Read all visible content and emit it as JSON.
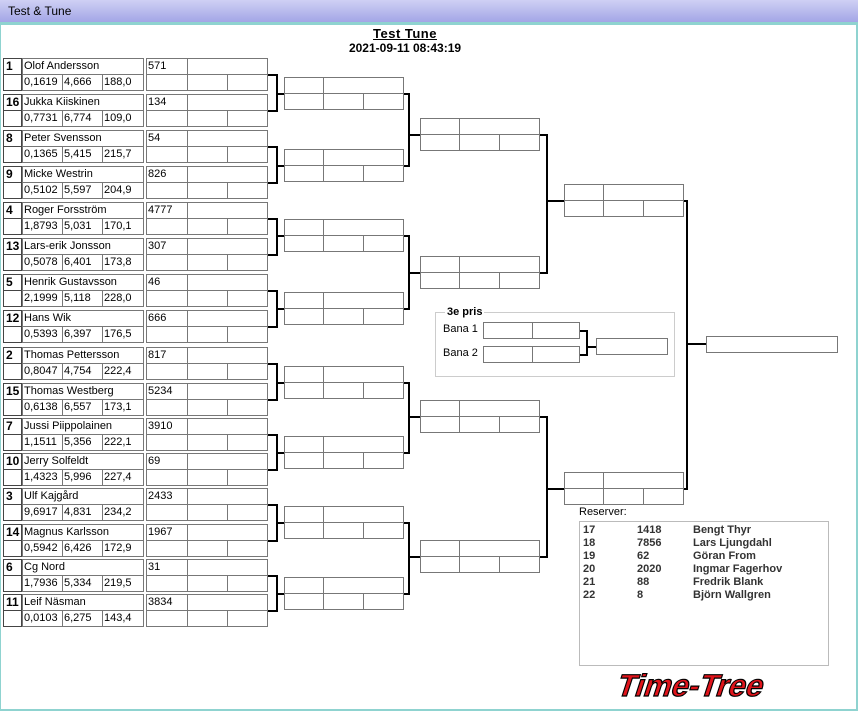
{
  "window": {
    "title": "Test & Tune"
  },
  "tournament": {
    "title": "Test  Tune",
    "datetime": "2021-09-11 08:43:19"
  },
  "competitors": [
    {
      "seed": "1",
      "name": "Olof Andersson",
      "rt": "0,1619",
      "et": "4,666",
      "speed": "188,0",
      "id": "571"
    },
    {
      "seed": "16",
      "name": "Jukka Kiiskinen",
      "rt": "0,7731",
      "et": "6,774",
      "speed": "109,0",
      "id": "134"
    },
    {
      "seed": "8",
      "name": "Peter Svensson",
      "rt": "0,1365",
      "et": "5,415",
      "speed": "215,7",
      "id": "54"
    },
    {
      "seed": "9",
      "name": "Micke Westrin",
      "rt": "0,5102",
      "et": "5,597",
      "speed": "204,9",
      "id": "826"
    },
    {
      "seed": "4",
      "name": "Roger Forsström",
      "rt": "1,8793",
      "et": "5,031",
      "speed": "170,1",
      "id": "4777"
    },
    {
      "seed": "13",
      "name": "Lars-erik Jonsson",
      "rt": "0,5078",
      "et": "6,401",
      "speed": "173,8",
      "id": "307"
    },
    {
      "seed": "5",
      "name": "Henrik Gustavsson",
      "rt": "2,1999",
      "et": "5,118",
      "speed": "228,0",
      "id": "46"
    },
    {
      "seed": "12",
      "name": "Hans Wik",
      "rt": "0,5393",
      "et": "6,397",
      "speed": "176,5",
      "id": "666"
    },
    {
      "seed": "2",
      "name": "Thomas Pettersson",
      "rt": "0,8047",
      "et": "4,754",
      "speed": "222,4",
      "id": "817"
    },
    {
      "seed": "15",
      "name": "Thomas Westberg",
      "rt": "0,6138",
      "et": "6,557",
      "speed": "173,1",
      "id": "5234"
    },
    {
      "seed": "7",
      "name": "Jussi Piippolainen",
      "rt": "1,1511",
      "et": "5,356",
      "speed": "222,1",
      "id": "3910"
    },
    {
      "seed": "10",
      "name": "Jerry Solfeldt",
      "rt": "1,4323",
      "et": "5,996",
      "speed": "227,4",
      "id": "69"
    },
    {
      "seed": "3",
      "name": "Ulf Kajgård",
      "rt": "9,6917",
      "et": "4,831",
      "speed": "234,2",
      "id": "2433"
    },
    {
      "seed": "14",
      "name": "Magnus Karlsson",
      "rt": "0,5942",
      "et": "6,426",
      "speed": "172,9",
      "id": "1967"
    },
    {
      "seed": "6",
      "name": "Cg Nord",
      "rt": "1,7936",
      "et": "5,334",
      "speed": "219,5",
      "id": "31"
    },
    {
      "seed": "11",
      "name": "Leif Näsman",
      "rt": "0,0103",
      "et": "6,275",
      "speed": "143,4",
      "id": "3834"
    }
  ],
  "third_place": {
    "label": "3e pris",
    "lane1": "Bana 1",
    "lane2": "Bana 2"
  },
  "reserves": {
    "label": "Reserver:",
    "rows": [
      {
        "no": "17",
        "id": "1418",
        "name": "Bengt Thyr"
      },
      {
        "no": "18",
        "id": "7856",
        "name": "Lars Ljungdahl"
      },
      {
        "no": "19",
        "id": "62",
        "name": "Göran From"
      },
      {
        "no": "20",
        "id": "2020",
        "name": "Ingmar Fagerhov"
      },
      {
        "no": "21",
        "id": "88",
        "name": "Fredrik Blank"
      },
      {
        "no": "22",
        "id": "8",
        "name": "Björn Wallgren"
      }
    ]
  },
  "logo": {
    "text": "Time-Tree",
    "color": "#e0141b"
  }
}
